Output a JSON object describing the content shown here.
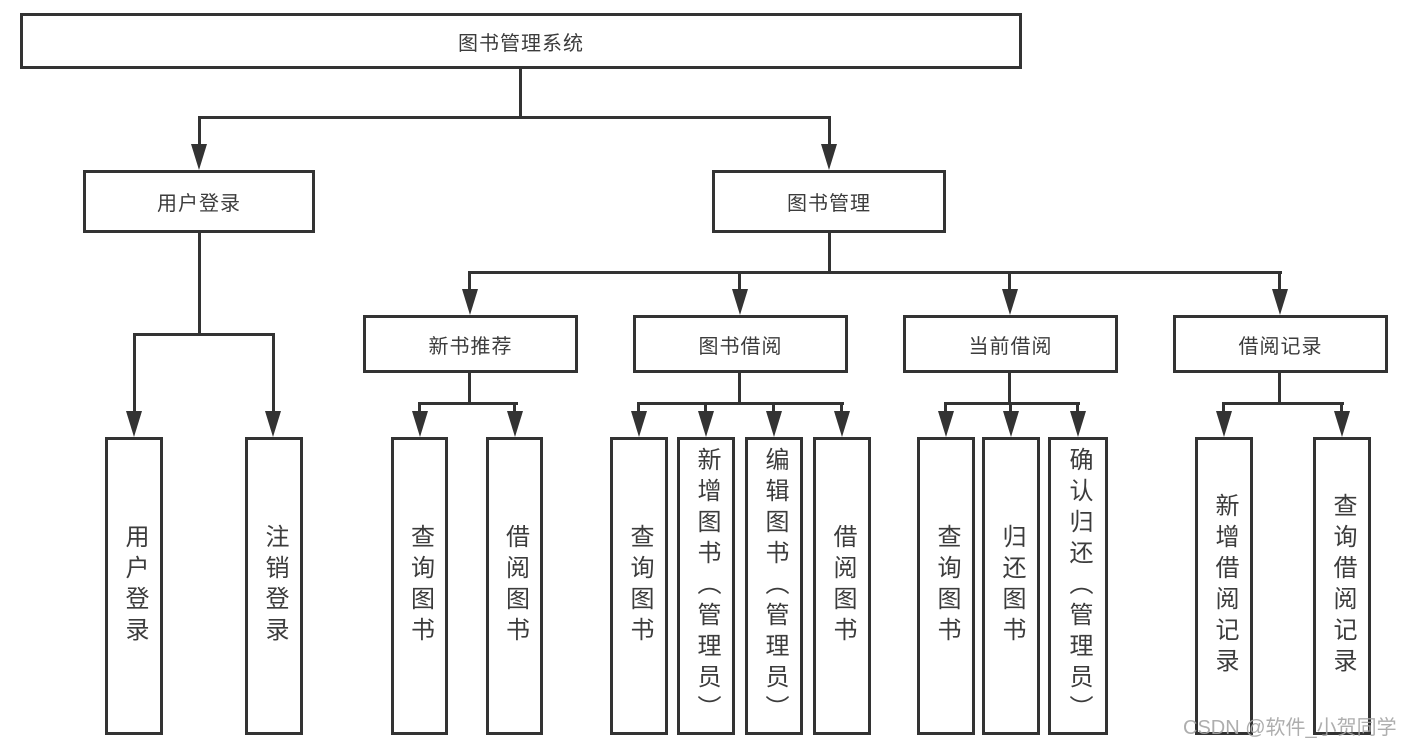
{
  "diagram": {
    "root": {
      "label": "图书管理系统"
    },
    "level2": [
      {
        "label": "用户登录"
      },
      {
        "label": "图书管理"
      }
    ],
    "level3": [
      {
        "label": "新书推荐"
      },
      {
        "label": "图书借阅"
      },
      {
        "label": "当前借阅"
      },
      {
        "label": "借阅记录"
      }
    ],
    "leaves": {
      "user_login": [
        "用户登录",
        "注销登录"
      ],
      "new_book_recommend": [
        "查询图书",
        "借阅图书"
      ],
      "book_borrow": [
        "查询图书",
        "新增图书（管理员）",
        "编辑图书（管理员）",
        "借阅图书"
      ],
      "current_borrow": [
        "查询图书",
        "归还图书",
        "确认归还（管理员）"
      ],
      "borrow_records": [
        "新增借阅记录",
        "查询借阅记录"
      ]
    }
  },
  "watermark": {
    "text": "CSDN @软件_小贺同学"
  },
  "colors": {
    "line": "#333333",
    "text": "#3c3c3c",
    "box_fill": "#ffffff",
    "watermark": "#a5a5a5",
    "background": "#ffffff"
  }
}
